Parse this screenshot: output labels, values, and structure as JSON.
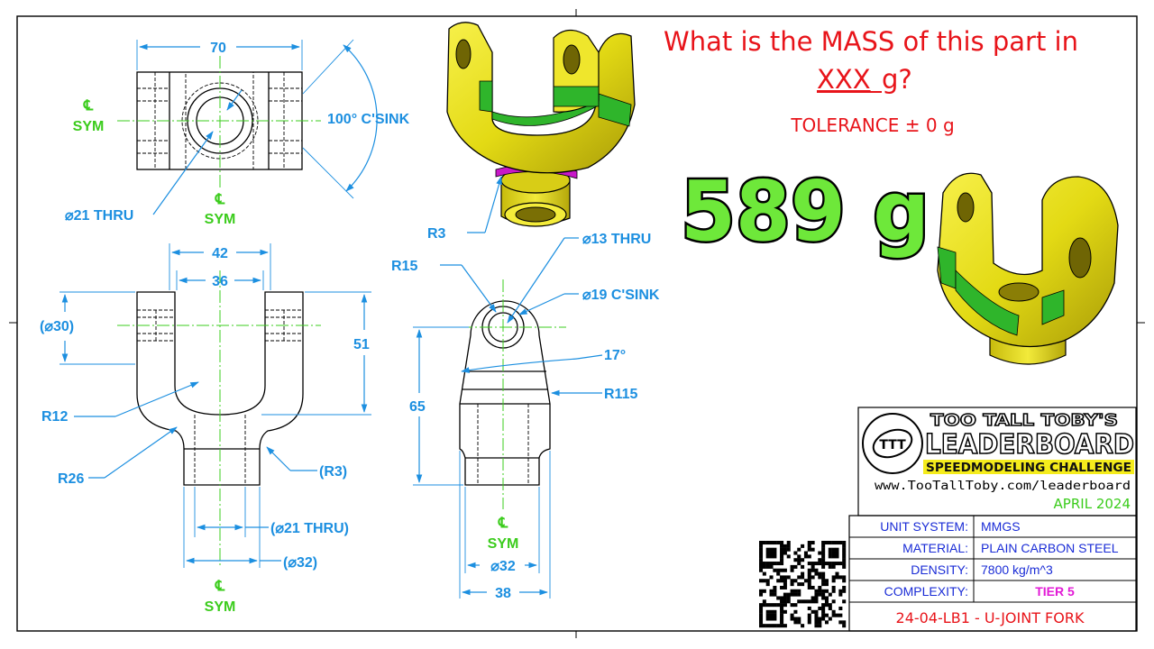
{
  "question": {
    "line1": "What is the MASS of this part in",
    "line2_underlined": "XXX",
    "line2_rest": " g?",
    "tolerance": "TOLERANCE ± 0 g",
    "answer": "589 g"
  },
  "dimensions": {
    "top_width": "70",
    "countersink_angle": "100° C'SINK",
    "top_hole": "⌀21 THRU",
    "front_outer": "42",
    "front_inner": "36",
    "boss_dia": "(⌀30)",
    "front_height": "51",
    "r12": "R12",
    "r26": "R26",
    "r3_paren": "(R3)",
    "bottom_hole": "(⌀21 THRU)",
    "bottom_dia": "(⌀32)",
    "side_hole": "⌀13 THRU",
    "r15": "R15",
    "side_csink": "⌀19 C'SINK",
    "angle": "17°",
    "r115": "R115",
    "side_height": "65",
    "side_dia": "⌀32",
    "side_width": "38",
    "iso_r3": "R3"
  },
  "centerline": {
    "symbol": "℄",
    "label": "SYM"
  },
  "logo": {
    "line1": "TOO TALL TOBY'S",
    "line2": "LEADERBOARD",
    "line3": "SPEEDMODELING CHALLENGE",
    "url": "www.TooTallToby.com/leaderboard",
    "date": "APRIL 2024",
    "badge": "TTT"
  },
  "title_block": {
    "rows": [
      {
        "label": "UNIT SYSTEM:",
        "value": "MMGS"
      },
      {
        "label": "MATERIAL:",
        "value": "PLAIN CARBON STEEL"
      },
      {
        "label": "DENSITY:",
        "value": "7800 kg/m^3"
      },
      {
        "label": "COMPLEXITY:",
        "value": "TIER 5"
      }
    ],
    "part_name": "24-04-LB1 - U-JOINT FORK"
  },
  "colors": {
    "dimension": "#1c8fe0",
    "centerline": "#3bcc1c",
    "question": "#e8141a",
    "answer_fill": "#6ee83a",
    "part_yellow": "#e6df1e",
    "part_green": "#2fb52b",
    "title_block_text": "#1a2cd6",
    "tier": "#e21ad6"
  }
}
